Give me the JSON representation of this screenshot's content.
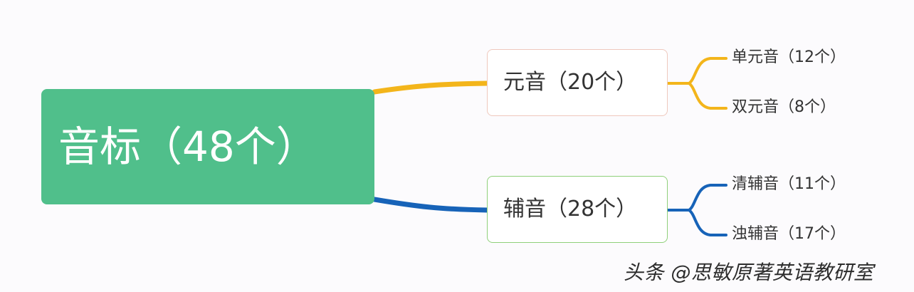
{
  "diagram": {
    "root": {
      "label": "音标（48个）"
    },
    "branches": [
      {
        "label": "元音（20个）",
        "children": [
          "单元音（12个）",
          "双元音（8个）"
        ]
      },
      {
        "label": "辅音（28个）",
        "children": [
          "清辅音（11个）",
          "浊辅音（17个）"
        ]
      }
    ]
  },
  "watermark": "头条 @思敏原著英语教研室",
  "colors": {
    "background": "#fcfbfd",
    "root_fill": "#50bf8b",
    "vowel_branch_line": "#f3b51b",
    "consonant_branch_line": "#1763b8",
    "vowel_node_border": "#efc8bd",
    "consonant_node_border": "#8fd07a",
    "text_primary": "#333333"
  }
}
